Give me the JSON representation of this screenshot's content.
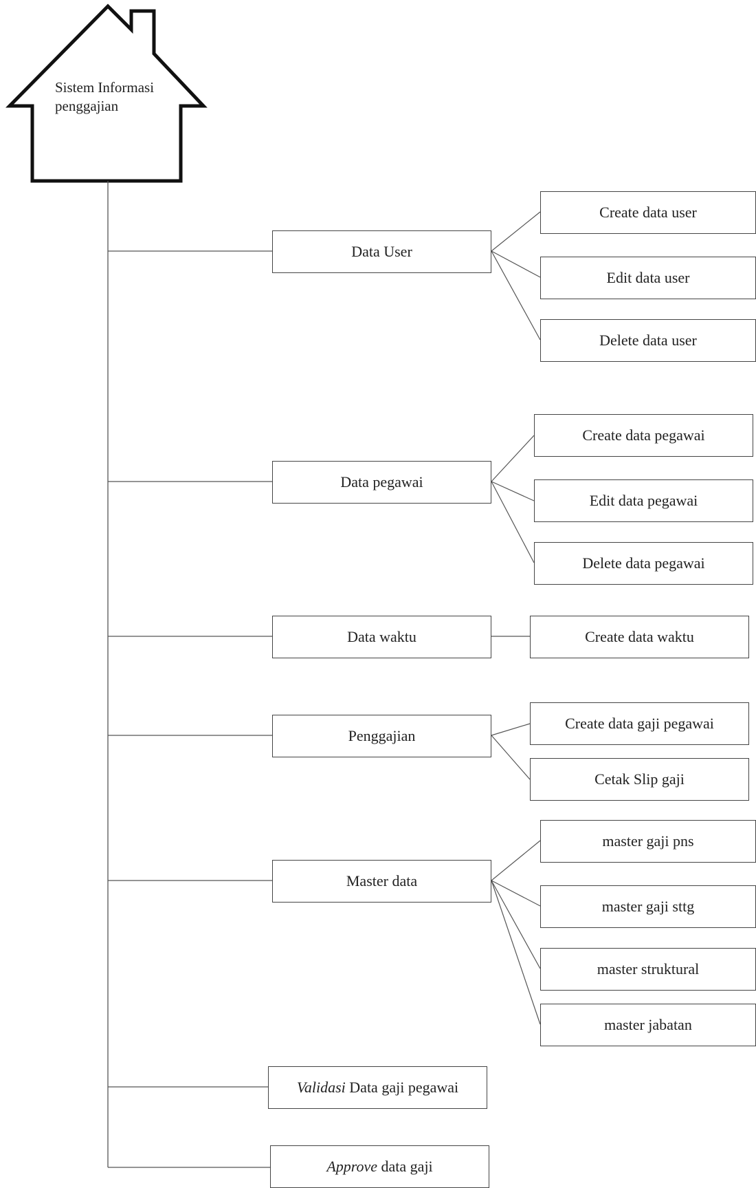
{
  "root": {
    "line1": "Sistem Informasi",
    "line2": "penggajian"
  },
  "menus": [
    {
      "id": "data-user",
      "label": "Data User",
      "children": [
        "Create data user",
        "Edit data user",
        "Delete data user"
      ]
    },
    {
      "id": "data-pegawai",
      "label": "Data pegawai",
      "children": [
        "Create data pegawai",
        "Edit data pegawai",
        "Delete data pegawai"
      ]
    },
    {
      "id": "data-waktu",
      "label": "Data waktu",
      "children": [
        "Create data waktu"
      ]
    },
    {
      "id": "penggajian",
      "label": "Penggajian",
      "children": [
        "Create data gaji pegawai",
        "Cetak Slip gaji"
      ]
    },
    {
      "id": "master-data",
      "label": "Master data",
      "children": [
        "master gaji pns",
        "master gaji sttg",
        "master struktural",
        "master jabatan"
      ]
    },
    {
      "id": "validasi",
      "label_italic": "Validasi",
      "label_rest": " Data gaji pegawai",
      "children": []
    },
    {
      "id": "approve",
      "label_italic": "Approve",
      "label_rest": " data gaji",
      "children": []
    }
  ]
}
